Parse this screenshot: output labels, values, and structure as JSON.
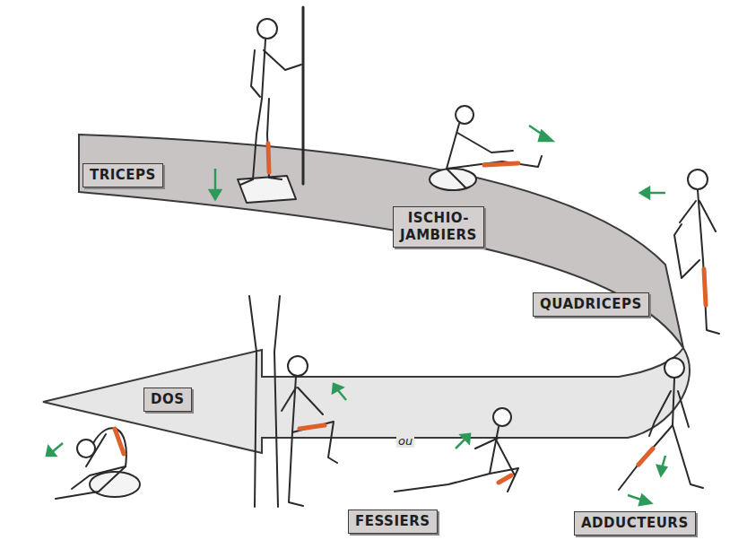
{
  "diagram": {
    "nodes": [
      {
        "text": [
          "TRICEPS"
        ]
      },
      {
        "text": [
          "ISCHIO- JAMBIERS"
        ]
      },
      {
        "text": [
          "QUADRICEPS"
        ]
      },
      {
        "text": [
          "ADDUCTEURS"
        ]
      },
      {
        "text": [
          "FESSIERS"
        ]
      },
      {
        "text": [
          "DOS"
        ]
      }
    ],
    "labels": [
      "ou"
    ]
  }
}
